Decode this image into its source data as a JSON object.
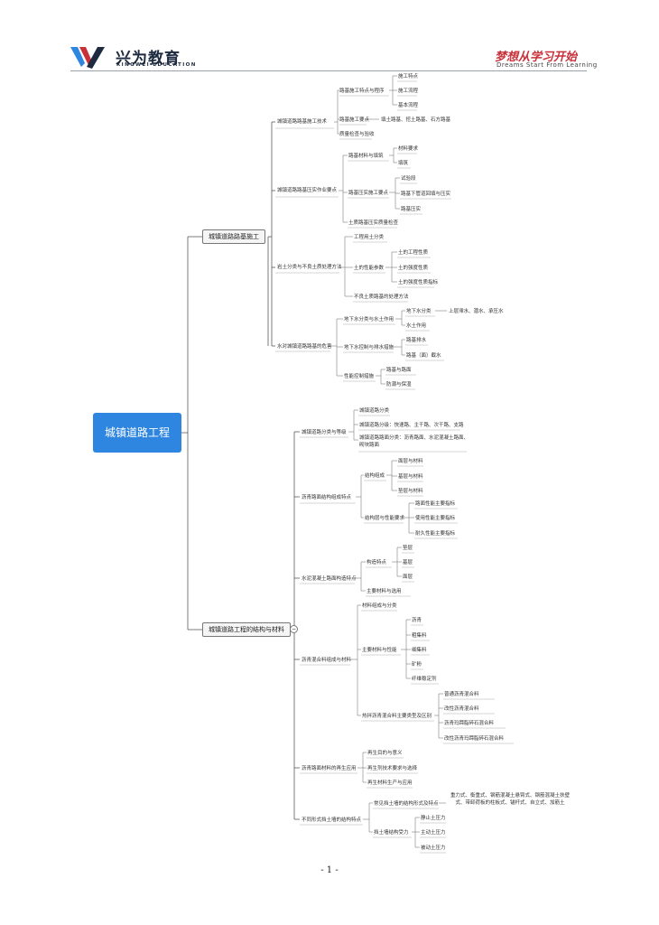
{
  "header": {
    "logo_cn": "兴为教育",
    "logo_en": "XINGWEI EDUCATION",
    "slogan_cn": "梦想从学习开始",
    "slogan_en": "Dreams Start From Learning",
    "brand_color": "#1d2a3f",
    "slogan_color": "#c8313a"
  },
  "root": "城镇道路工程",
  "branches": [
    {
      "label": "城镇道路路基施工",
      "children": [
        {
          "label": "城镇道路路基施工技术",
          "children": [
            {
              "label": "路基施工特点与程序",
              "children": [
                "施工特点",
                "施工流程",
                "基本流程"
              ]
            },
            {
              "label": "路基施工要点",
              "note": "填土路基、挖土路基、石方路基"
            },
            {
              "label": "质量检查与验收"
            }
          ]
        },
        {
          "label": "城镇道路路基压实作业要点",
          "children": [
            {
              "label": "路基材料与填筑",
              "children": [
                "材料要求",
                "填筑"
              ]
            },
            {
              "label": "路基压实施工要点",
              "children": [
                "试验段",
                "路基下管道回填与压实",
                "路基压实"
              ]
            },
            {
              "label": "土质路基压实质量检查"
            }
          ]
        },
        {
          "label": "岩土分类与不良土质处理方法",
          "children": [
            {
              "label": "工程用土分类"
            },
            {
              "label": "土的性能参数",
              "children": [
                "土的工程性质",
                "土的强度性质",
                "土的强度性质指标"
              ]
            },
            {
              "label": "不良土质路基的处理方法"
            }
          ]
        },
        {
          "label": "水对城镇道路路基的危害",
          "children": [
            {
              "label": "地下水分类与水土作用",
              "children": [
                "地下水分类",
                "水土作用"
              ],
              "note": "上层滞水、潜水、承压水"
            },
            {
              "label": "地下水控制与排水措施",
              "children": [
                "路基排水",
                "路基（面）截水"
              ]
            },
            {
              "label": "性能控制措施",
              "children": [
                "路基与路面",
                "防潮与保湿"
              ]
            }
          ]
        }
      ]
    },
    {
      "label": "城镇道路工程的结构与材料",
      "children": [
        {
          "label": "城镇道路分类与等级",
          "children": [
            {
              "label": "城镇道路分类"
            },
            {
              "label": "城镇道路分级：快速路、主干路、次干路、支路"
            },
            {
              "label": "城镇道路路面分类：沥青路面、水泥混凝土路面、砌块路面"
            }
          ]
        },
        {
          "label": "沥青路面结构组成特点",
          "children": [
            {
              "label": "结构组成",
              "children": [
                "面层与材料",
                "基层与材料",
                "垫层与材料"
              ]
            },
            {
              "label": "结构层与性能要求",
              "children": [
                "路面性能主要指标",
                "使用性能主要指标",
                "耐久性能主要指标"
              ]
            }
          ]
        },
        {
          "label": "水泥混凝土路面构造特点",
          "children": [
            {
              "label": "构造特点",
              "children": [
                "垫层",
                "基层",
                "面层"
              ]
            },
            {
              "label": "主要材料与选用"
            }
          ]
        },
        {
          "label": "沥青混合料组成与材料",
          "children": [
            {
              "label": "材料组成与分类"
            },
            {
              "label": "主要材料与性能",
              "children": [
                "沥青",
                "粗集料",
                "细集料",
                "矿粉",
                "纤维稳定剂"
              ]
            },
            {
              "label": "热拌沥青混合料主要类型及区别",
              "children": [
                "普通沥青混合料",
                "改性沥青混合料",
                "沥青玛蹄脂碎石混合料",
                "改性沥青玛蹄脂碎石混合料"
              ]
            }
          ]
        },
        {
          "label": "沥青路面材料的再生应用",
          "children": [
            {
              "label": "再生目的与意义"
            },
            {
              "label": "再生剂技术要求与选择"
            },
            {
              "label": "再生材料生产与应用"
            }
          ]
        },
        {
          "label": "不同形式挡土墙的结构特点",
          "children": [
            {
              "label": "常见挡土墙的结构形式及特点",
              "note": "重力式、衡重式、钢筋混凝土悬臂式、钢筋混凝土扶壁式、带卸荷板的柱板式、锚杆式、自立式、加筋土"
            },
            {
              "label": "挡土墙结构受力",
              "children": [
                "静止土压力",
                "主动土压力",
                "被动土压力"
              ]
            }
          ]
        }
      ]
    }
  ],
  "page_number": "- 1 -"
}
